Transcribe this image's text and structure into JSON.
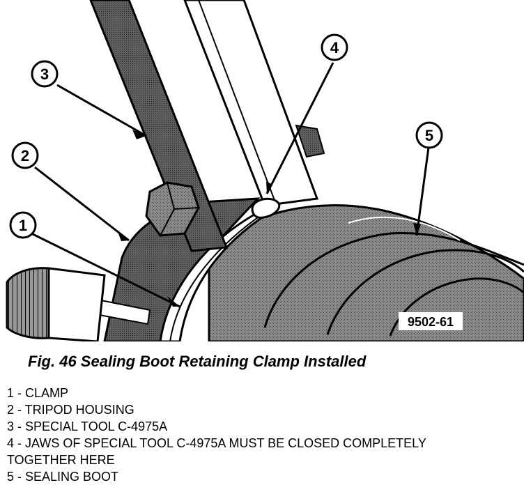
{
  "figure": {
    "id_label": "9502-61",
    "callouts": [
      {
        "number": "1"
      },
      {
        "number": "2"
      },
      {
        "number": "3"
      },
      {
        "number": "4"
      },
      {
        "number": "5"
      }
    ]
  },
  "caption": "Fig. 46 Sealing Boot Retaining Clamp Installed",
  "legend": [
    "1 - CLAMP",
    "2 - TRIPOD HOUSING",
    "3 - SPECIAL TOOL C-4975A",
    "4 - JAWS OF SPECIAL TOOL C-4975A MUST BE CLOSED COMPLETELY TOGETHER HERE",
    "5 - SEALING BOOT"
  ],
  "colors": {
    "ink": "#000000",
    "paper": "#ffffff",
    "shade": "#7a7a7a",
    "shade_dark": "#555555"
  }
}
